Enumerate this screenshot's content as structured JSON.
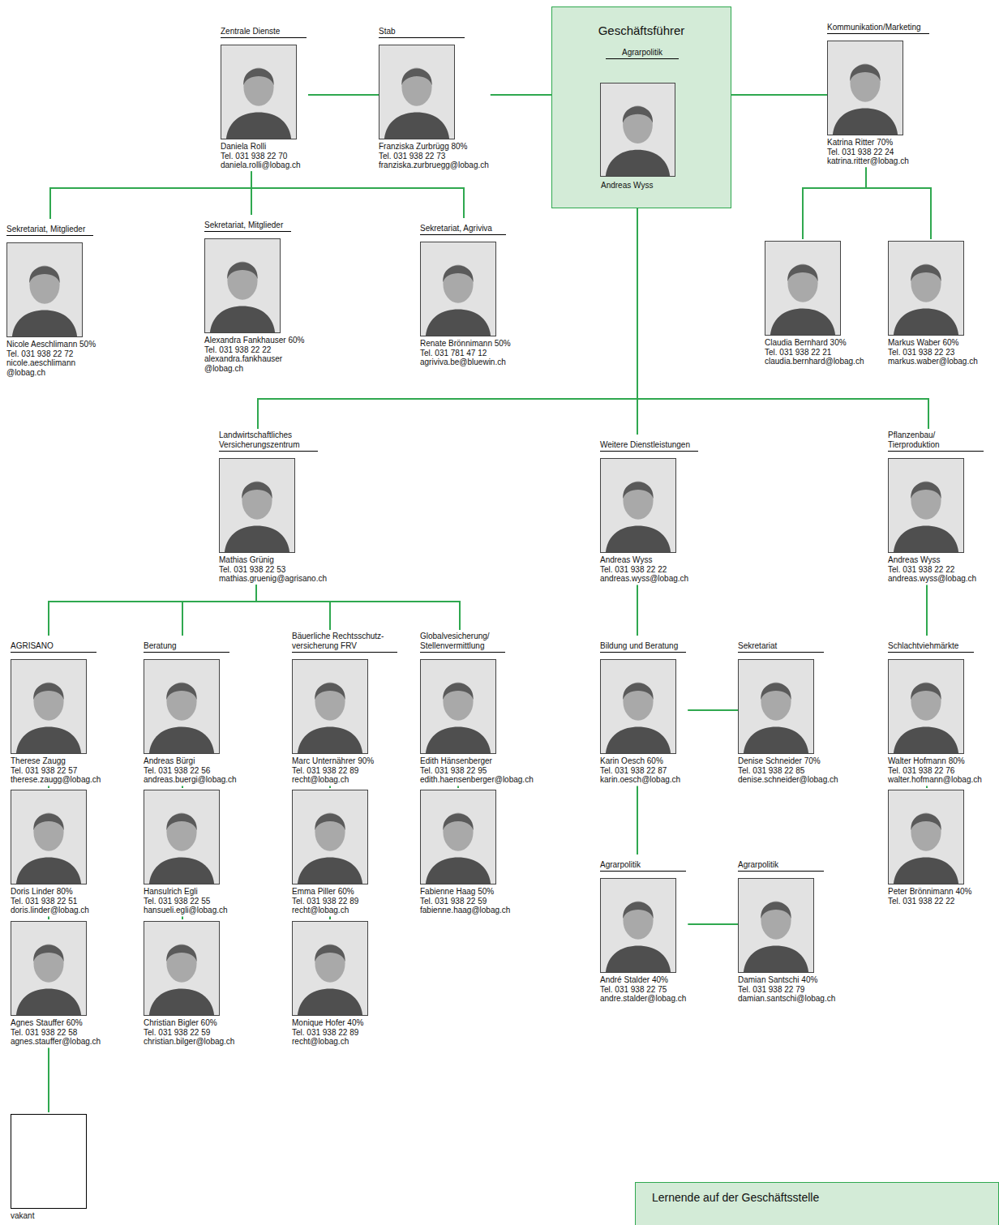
{
  "diagram": {
    "nodes": [
      {
        "text": [
          "Geschäftsführer",
          "Agrarpolitik",
          "Andreas Wyss"
        ]
      },
      {
        "text": [
          "Zentrale Dienste",
          "Daniela Rolli",
          "Tel. 031 938 22 70",
          "daniela.rolli@lobag.ch"
        ]
      },
      {
        "text": [
          "Stab",
          "Franziska Zurbrügg 80%",
          "Tel. 031 938 22 73",
          "franziska.zurbruegg@lobag.ch"
        ]
      },
      {
        "text": [
          "Kommunikation/Marketing",
          "Katrina Ritter 70%",
          "Tel. 031 938 22 24",
          "katrina.ritter@lobag.ch"
        ]
      },
      {
        "text": [
          "Sekretariat, Mitglieder",
          "Nicole Aeschlimann 50%",
          "Tel. 031 938 22 72",
          "nicole.aeschlimann @lobag.ch"
        ]
      },
      {
        "text": [
          "Sekretariat, Mitglieder",
          "Alexandra Fankhauser 60%",
          "Tel. 031 938 22 22",
          "alexandra.fankhauser @lobag.ch"
        ]
      },
      {
        "text": [
          "Sekretariat, Agriviva",
          "Renate Brönnimann 50%",
          "Tel. 031 781 47 12",
          "agriviva.be@bluewin.ch"
        ]
      },
      {
        "text": [
          "Claudia Bernhard 30%",
          "Tel. 031 938 22 21",
          "claudia.bernhard@lobag.ch"
        ]
      },
      {
        "text": [
          "Markus Waber 60%",
          "Tel. 031 938 22 23",
          "markus.waber@lobag.ch"
        ]
      },
      {
        "text": [
          "Landwirtschaftliches Versicherungszentrum",
          "Mathias Grünig",
          "Tel. 031 938 22 53",
          "mathias.gruenig@agrisano.ch"
        ]
      },
      {
        "text": [
          "Weitere Dienstleistungen",
          "Andreas Wyss",
          "Tel. 031 938 22 22",
          "andreas.wyss@lobag.ch"
        ]
      },
      {
        "text": [
          "Pflanzenbau/ Tierproduktion",
          "Andreas Wyss",
          "Tel. 031 938 22 22",
          "andreas.wyss@lobag.ch"
        ]
      },
      {
        "text": [
          "AGRISANO",
          "Therese Zaugg",
          "Tel. 031 938 22 57",
          "therese.zaugg@lobag.ch"
        ]
      },
      {
        "text": [
          "Doris Linder 80%",
          "Tel. 031 938 22 51",
          "doris.linder@lobag.ch"
        ]
      },
      {
        "text": [
          "Agnes Stauffer 60%",
          "Tel. 031 938 22 58",
          "agnes.stauffer@lobag.ch"
        ]
      },
      {
        "text": [
          "vakant"
        ]
      },
      {
        "text": [
          "Beratung",
          "Andreas Bürgi",
          "Tel. 031 938 22 56",
          "andreas.buergi@lobag.ch"
        ]
      },
      {
        "text": [
          "Hansulrich Egli",
          "Tel. 031 938 22 55",
          "hansueli.egli@lobag.ch"
        ]
      },
      {
        "text": [
          "Christian Bigler 60%",
          "Tel. 031 938 22 59",
          "christian.bilger@lobag.ch"
        ]
      },
      {
        "text": [
          "Bäuerliche Rechtsschutz- versicherung FRV",
          "Marc Unternährer 90%",
          "Tel. 031 938 22 89",
          "recht@lobag.ch"
        ]
      },
      {
        "text": [
          "Emma Piller 60%",
          "Tel. 031 938 22 89",
          "recht@lobag.ch"
        ]
      },
      {
        "text": [
          "Monique Hofer 40%",
          "Tel. 031 938 22 89",
          "recht@lobag.ch"
        ]
      },
      {
        "text": [
          "Globalvesicherung/ Stellenvermittlung",
          "Edith Hänsenberger",
          "Tel. 031 938 22 95",
          "edith.haensenberger@lobag.ch"
        ]
      },
      {
        "text": [
          "Fabienne Haag 50%",
          "Tel. 031 938 22 59",
          "fabienne.haag@lobag.ch"
        ]
      },
      {
        "text": [
          "Bildung und Beratung",
          "Karin Oesch 60%",
          "Tel. 031 938 22 87",
          "karin.oesch@lobag.ch"
        ]
      },
      {
        "text": [
          "Sekretariat",
          "Denise Schneider 70%",
          "Tel. 031 938 22 85",
          "denise.schneider@lobag.ch"
        ]
      },
      {
        "text": [
          "Schlachtviehmärkte",
          "Walter Hofmann 80%",
          "Tel. 031 938 22 76",
          "walter.hofmann@lobag.ch"
        ]
      },
      {
        "text": [
          "Peter Brönnimann 40%",
          "Tel. 031 938 22 22"
        ]
      },
      {
        "text": [
          "Agrarpolitik",
          "André Stalder 40%",
          "Tel. 031 938 22 75",
          "andre.stalder@lobag.ch"
        ]
      },
      {
        "text": [
          "Agrarpolitik",
          "Damian Santschi 40%",
          "Tel. 031 938 22 79",
          "damian.santschi@lobag.ch"
        ]
      },
      {
        "text": [
          "Lernende auf der Geschäftsstelle"
        ]
      }
    ],
    "edges": [
      {
        "from": 1,
        "to": 2,
        "arrow": "none"
      },
      {
        "from": 0,
        "to": 2,
        "arrow": "none"
      },
      {
        "from": 0,
        "to": 3,
        "arrow": "none"
      },
      {
        "from": 1,
        "to": 4,
        "arrow": "none"
      },
      {
        "from": 1,
        "to": 5,
        "arrow": "none"
      },
      {
        "from": 1,
        "to": 6,
        "arrow": "none"
      },
      {
        "from": 3,
        "to": 7,
        "arrow": "none"
      },
      {
        "from": 3,
        "to": 8,
        "arrow": "none"
      },
      {
        "from": 0,
        "to": 9,
        "arrow": "none"
      },
      {
        "from": 0,
        "to": 10,
        "arrow": "none"
      },
      {
        "from": 0,
        "to": 11,
        "arrow": "none"
      },
      {
        "from": 9,
        "to": 12,
        "arrow": "none"
      },
      {
        "from": 9,
        "to": 16,
        "arrow": "none"
      },
      {
        "from": 9,
        "to": 19,
        "arrow": "none"
      },
      {
        "from": 9,
        "to": 22,
        "arrow": "none"
      },
      {
        "from": 12,
        "to": 13,
        "arrow": "none"
      },
      {
        "from": 13,
        "to": 14,
        "arrow": "none"
      },
      {
        "from": 14,
        "to": 15,
        "arrow": "none"
      },
      {
        "from": 16,
        "to": 17,
        "arrow": "none"
      },
      {
        "from": 17,
        "to": 18,
        "arrow": "none"
      },
      {
        "from": 19,
        "to": 20,
        "arrow": "none"
      },
      {
        "from": 20,
        "to": 21,
        "arrow": "none"
      },
      {
        "from": 22,
        "to": 23,
        "arrow": "none"
      },
      {
        "from": 10,
        "to": 24,
        "arrow": "none"
      },
      {
        "from": 24,
        "to": 25,
        "arrow": "none"
      },
      {
        "from": 24,
        "to": 28,
        "arrow": "none"
      },
      {
        "from": 28,
        "to": 29,
        "arrow": "none"
      },
      {
        "from": 11,
        "to": 26,
        "arrow": "none"
      },
      {
        "from": 26,
        "to": 27,
        "arrow": "none"
      }
    ]
  }
}
